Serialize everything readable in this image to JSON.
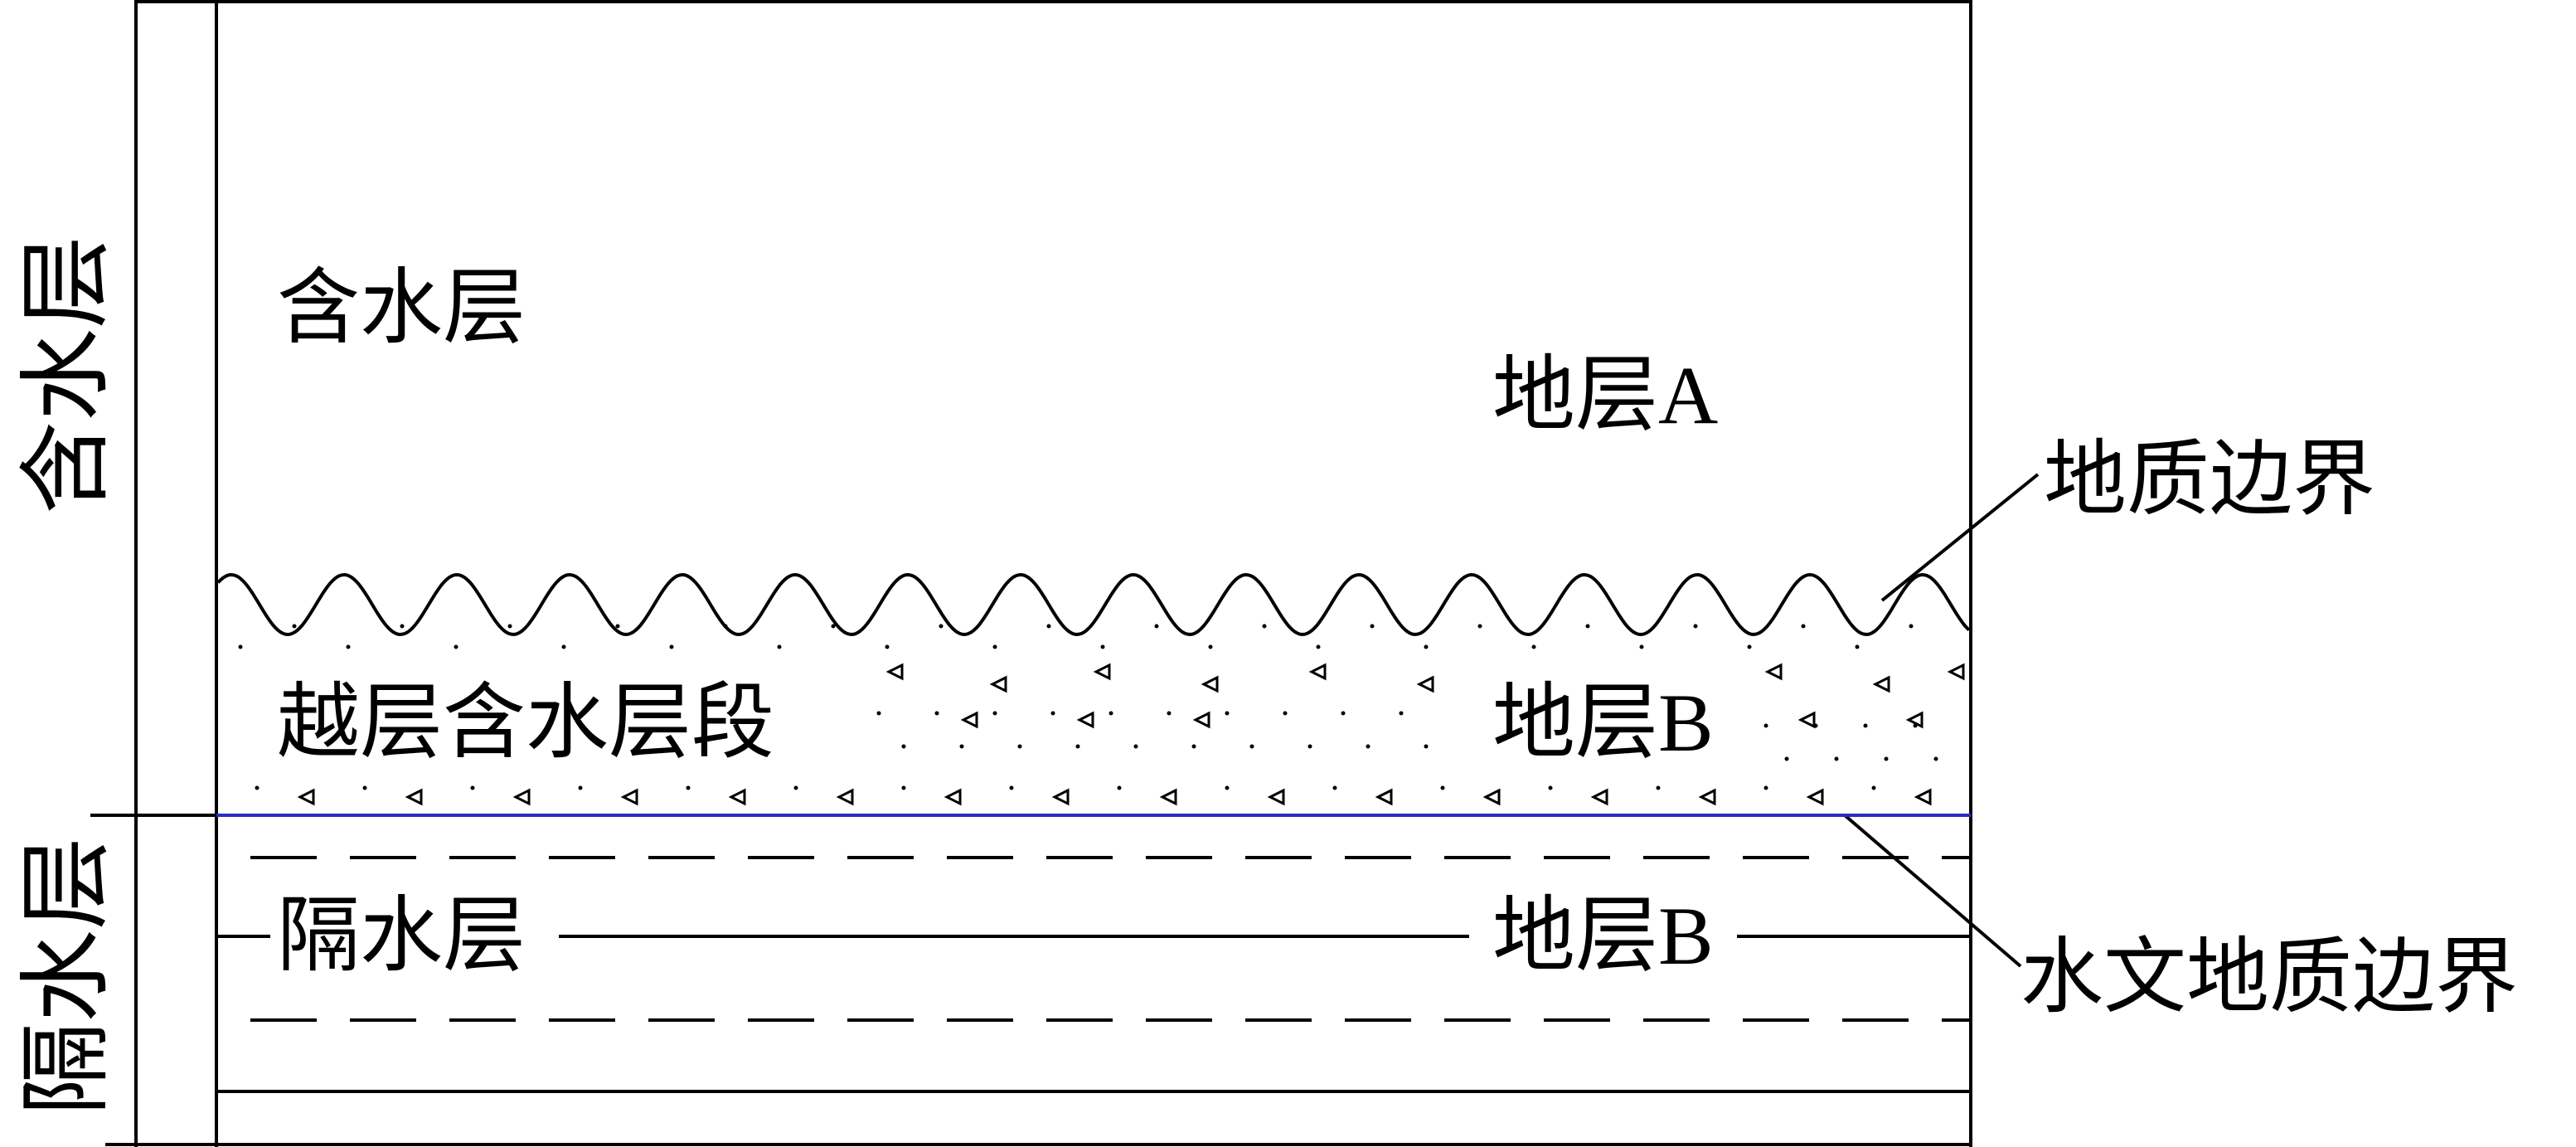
{
  "side_labels": {
    "aquifer": "含水层",
    "aquitard": "隔水层"
  },
  "layers": {
    "aquifer_label": "含水层",
    "stratum_a": "地层A",
    "cross_aquifer_label": "越层含水层段",
    "stratum_b_upper": "地层B",
    "aquitard_label": "隔水层",
    "stratum_b_lower": "地层B"
  },
  "callouts": {
    "geologic_boundary": "地质边界",
    "hydrogeologic_boundary": "水文地质边界"
  },
  "colors": {
    "hydro_boundary": "#2b2bc8",
    "line": "#000000"
  }
}
